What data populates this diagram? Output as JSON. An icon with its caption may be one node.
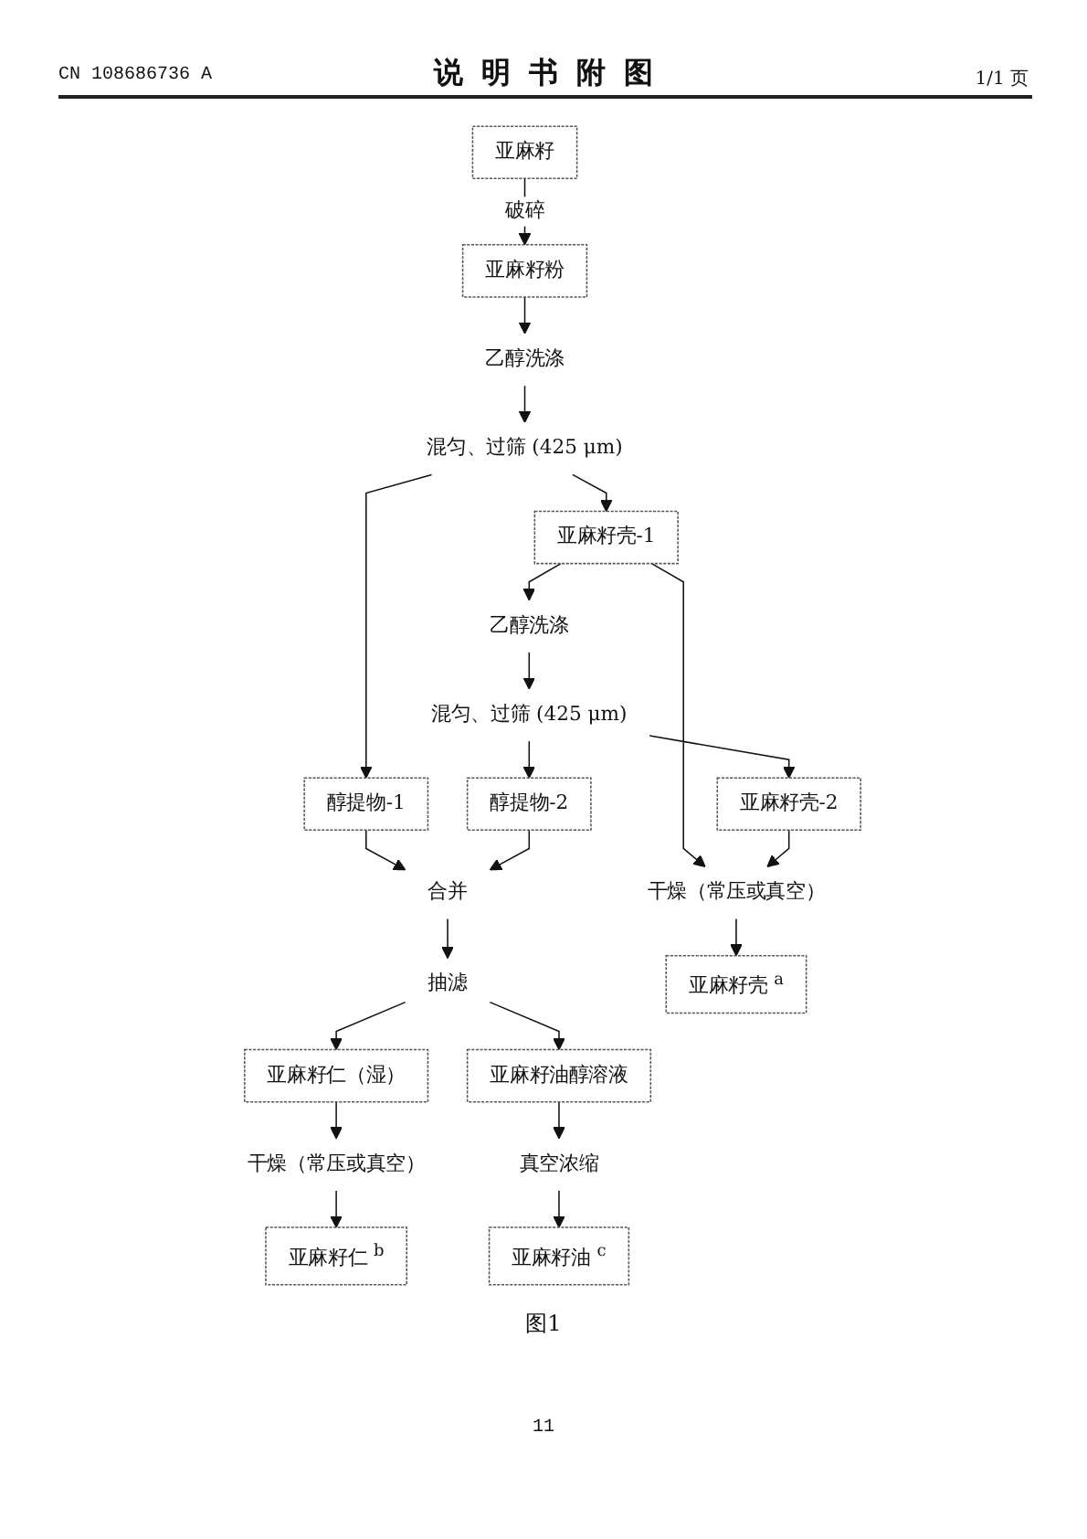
{
  "diagram": {
    "title": "说明书附图",
    "caption": "图1",
    "nodes": [
      {
        "text": [
          "亚麻籽"
        ]
      },
      {
        "text": [
          "亚麻籽粉"
        ]
      },
      {
        "text": [
          "乙醇洗涤"
        ]
      },
      {
        "text": [
          "混匀、过筛 (425 μm)"
        ]
      },
      {
        "text": [
          "亚麻籽壳-1"
        ]
      },
      {
        "text": [
          "醇提物-1"
        ]
      },
      {
        "text": [
          "乙醇洗涤"
        ]
      },
      {
        "text": [
          "混匀、过筛 (425 μm)"
        ]
      },
      {
        "text": [
          "合并"
        ]
      },
      {
        "text": [
          "抽滤"
        ]
      },
      {
        "text": [
          "亚麻籽壳-2"
        ]
      },
      {
        "text": [
          "醇提物-2"
        ]
      },
      {
        "text": [
          "干燥（常压或真空）"
        ]
      },
      {
        "text": [
          "干燥（常压或真空）"
        ]
      },
      {
        "text": [
          "亚麻籽仁（湿）"
        ]
      },
      {
        "text": [
          "亚麻籽油醇溶液"
        ]
      },
      {
        "text": [
          "亚麻籽壳 $^{a}$"
        ]
      },
      {
        "text": [
          "亚麻籽仁 $^{b}$"
        ]
      },
      {
        "text": [
          "亚麻籽油 $^{c}$"
        ]
      },
      {
        "text": [
          "真空浓缩"
        ]
      }
    ],
    "edges": [
      {
        "from": 0,
        "to": 1,
        "arrow": "to",
        "label": "破碎"
      },
      {
        "from": 1,
        "to": 2,
        "arrow": "to"
      },
      {
        "from": 2,
        "to": 3,
        "arrow": "to"
      },
      {
        "from": 3,
        "to": 4,
        "arrow": "to"
      },
      {
        "from": 3,
        "to": 5,
        "arrow": "to"
      },
      {
        "from": 4,
        "to": 6,
        "arrow": "to"
      },
      {
        "from": 6,
        "to": 7,
        "arrow": "to"
      },
      {
        "from": 7,
        "to": 10,
        "arrow": "to"
      },
      {
        "from": 7,
        "to": 11,
        "arrow": "to"
      },
      {
        "from": 4,
        "to": 12,
        "arrow": "to"
      },
      {
        "from": 10,
        "to": 12,
        "arrow": "to"
      },
      {
        "from": 5,
        "to": 8,
        "arrow": "to"
      },
      {
        "from": 11,
        "to": 8,
        "arrow": "to"
      },
      {
        "from": 8,
        "to": 9,
        "arrow": "to"
      },
      {
        "from": 9,
        "to": 14,
        "arrow": "to"
      },
      {
        "from": 9,
        "to": 15,
        "arrow": "to"
      },
      {
        "from": 14,
        "to": 13,
        "arrow": "to"
      },
      {
        "from": 13,
        "to": 17,
        "arrow": "to"
      },
      {
        "from": 12,
        "to": 16,
        "arrow": "to"
      },
      {
        "from": 15,
        "to": 19,
        "arrow": "to"
      },
      {
        "from": 19,
        "to": 18,
        "arrow": "to"
      }
    ],
    "labels": [
      "CN 108686736 A",
      "1/1 页",
      "11"
    ]
  }
}
